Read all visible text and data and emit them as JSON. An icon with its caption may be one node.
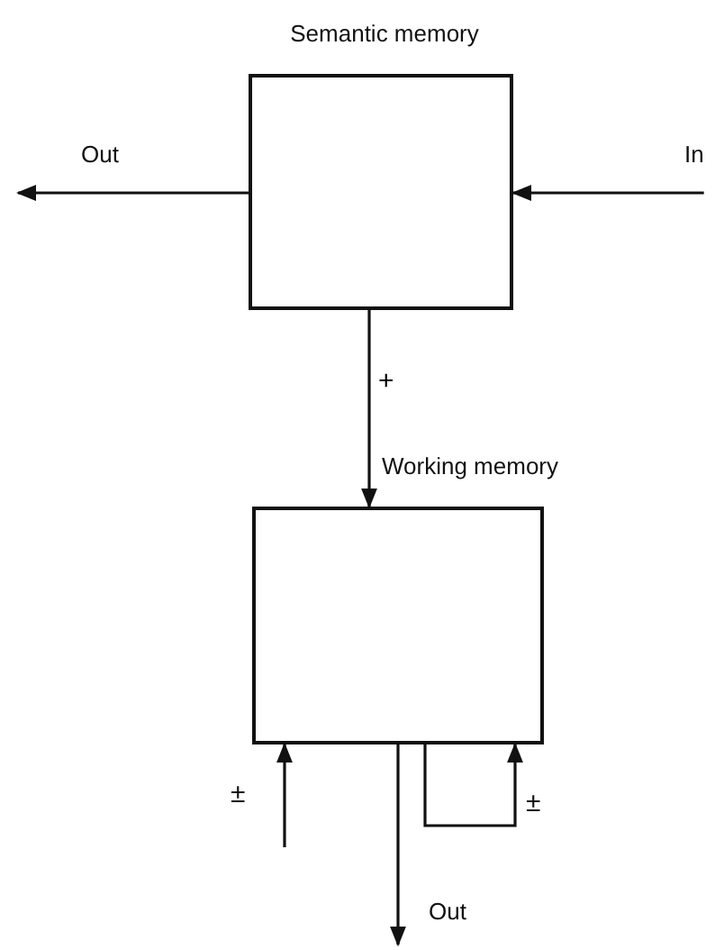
{
  "diagram": {
    "nodes": [
      {
        "text": [
          "Semantic memory"
        ]
      },
      {
        "text": [
          "Working memory"
        ]
      },
      {
        "text": [
          "Out"
        ]
      },
      {
        "text": [
          "In"
        ]
      },
      {
        "text": [
          "Out"
        ]
      }
    ],
    "edges": [
      {
        "from": 0,
        "to": 2,
        "arrow": "to"
      },
      {
        "from": 3,
        "to": 0,
        "arrow": "to"
      },
      {
        "from": 0,
        "to": 1,
        "arrow": "to",
        "label": "+"
      },
      {
        "from": null,
        "to": 1,
        "arrow": "to"
      },
      {
        "from": 1,
        "to": 1,
        "arrow": "to"
      },
      {
        "from": 1,
        "to": 4,
        "arrow": "to"
      }
    ],
    "labels": [
      "±",
      "±"
    ]
  }
}
